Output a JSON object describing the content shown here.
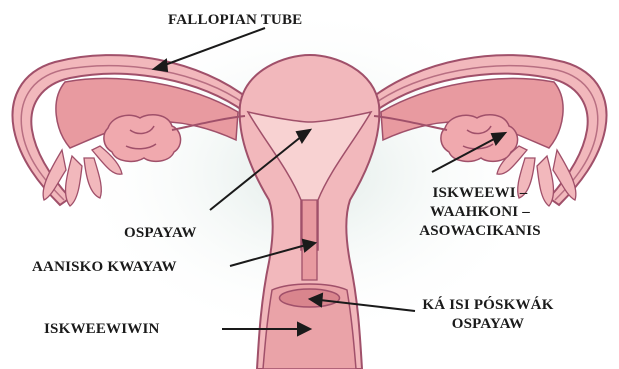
{
  "labels": {
    "fallopian_tube": "FALLOPIAN TUBE",
    "ospayaw_left": "OSPAYAW",
    "aanisko_kwayaw": "AANISKO KWAYAW",
    "iskweewiwin": "ISKWEEWIWIN",
    "ovary_line1": "ISKWEEWI –",
    "ovary_line2": "WAAHKONI –",
    "ovary_line3": "ASOWACIKANIS",
    "cervix_line1": "KÁ ISI PÓSKWÁK",
    "cervix_line2": "OSPAYAW"
  },
  "colors": {
    "outer_tissue": "#f2b8bc",
    "inner_tissue": "#e89aa0",
    "cavity": "#f8d2d2",
    "outline": "#a0506a",
    "ovary": "#f0a9ae",
    "glow": "#dce8e4",
    "text": "#1a1a1a"
  }
}
